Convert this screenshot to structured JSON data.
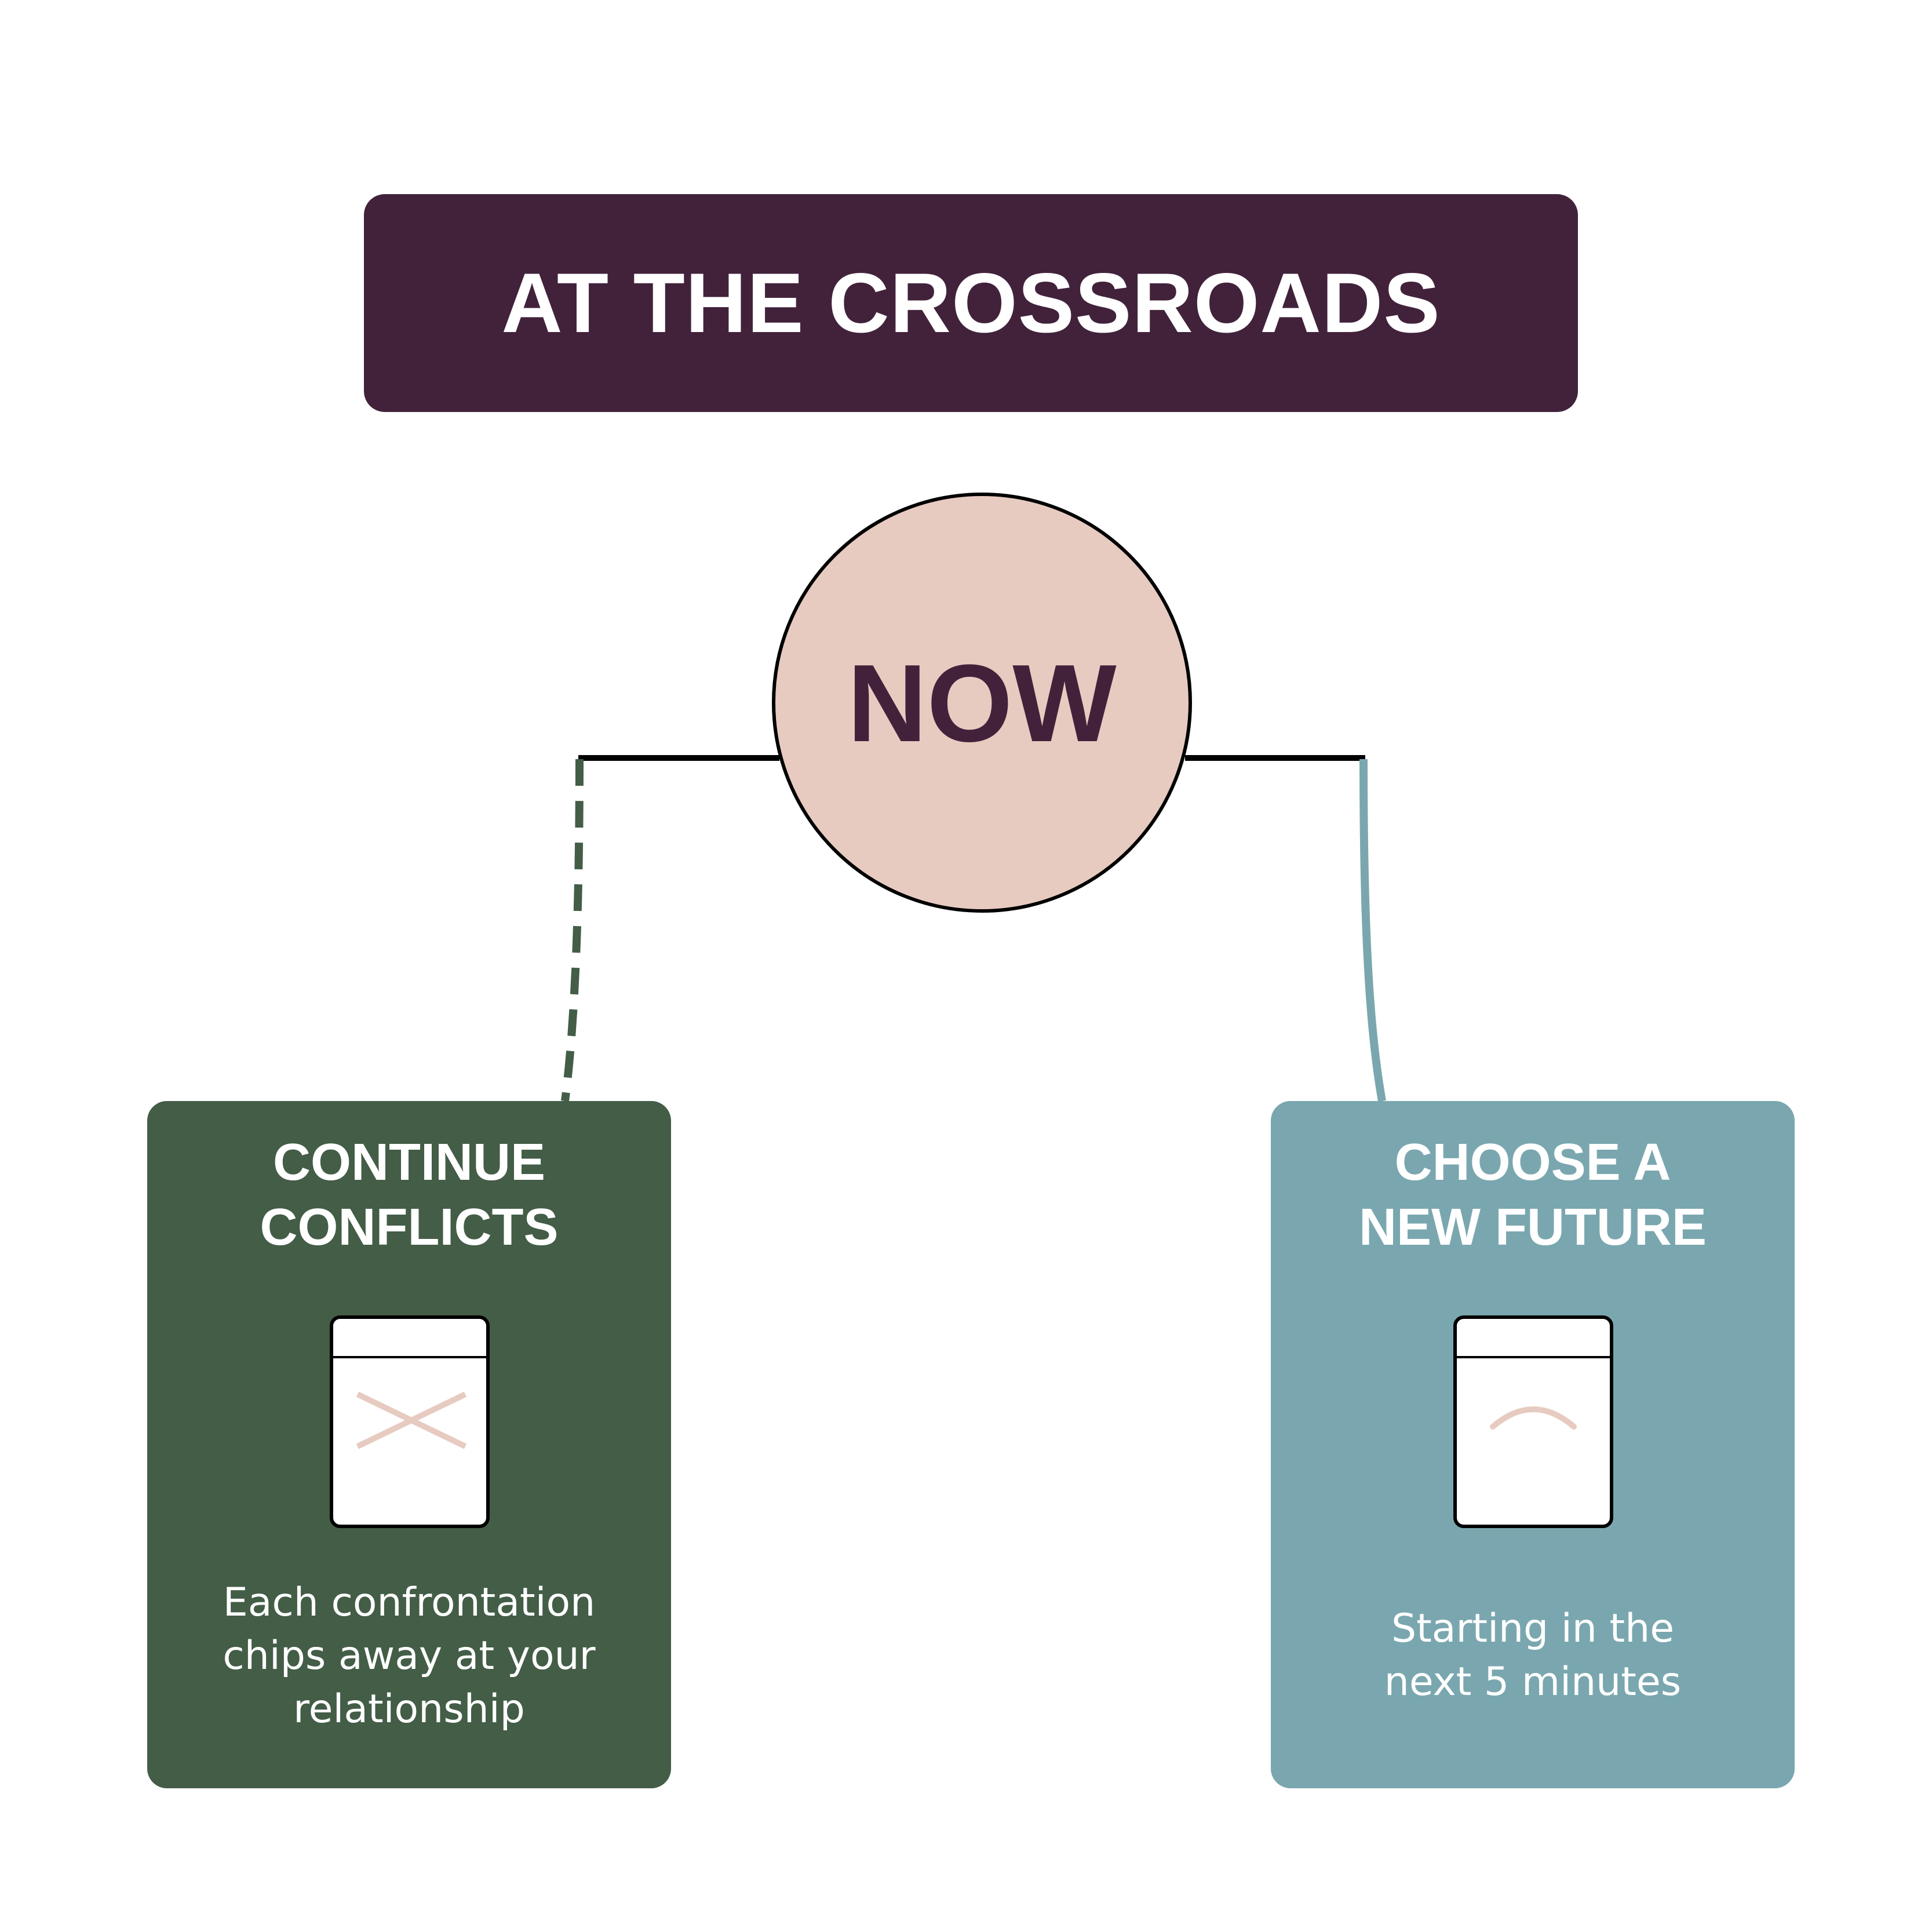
{
  "title": "AT THE CROSSROADS",
  "center": {
    "label": "NOW"
  },
  "left_path": {
    "heading_lines": [
      "CONTINUE",
      "CONFLICTS"
    ],
    "icon": "phone-cross-icon",
    "description_lines": [
      "Each confrontation",
      "chips away at your",
      "relationship"
    ],
    "card_color": "#435d47",
    "line_style": "dashed"
  },
  "right_path": {
    "heading_lines": [
      "CHOOSE A",
      "NEW FUTURE"
    ],
    "icon": "phone-arc-icon",
    "description_lines": [
      "Starting in the",
      "next 5 minutes"
    ],
    "card_color": "#7aa7af",
    "line_style": "solid"
  },
  "colors": {
    "title_bg": "#42223b",
    "circle_fill": "#e7cbc0",
    "now_text": "#42223b",
    "icon_mark": "#e7cbc0",
    "left_connector": "#435d47",
    "right_connector": "#7aa7af"
  }
}
